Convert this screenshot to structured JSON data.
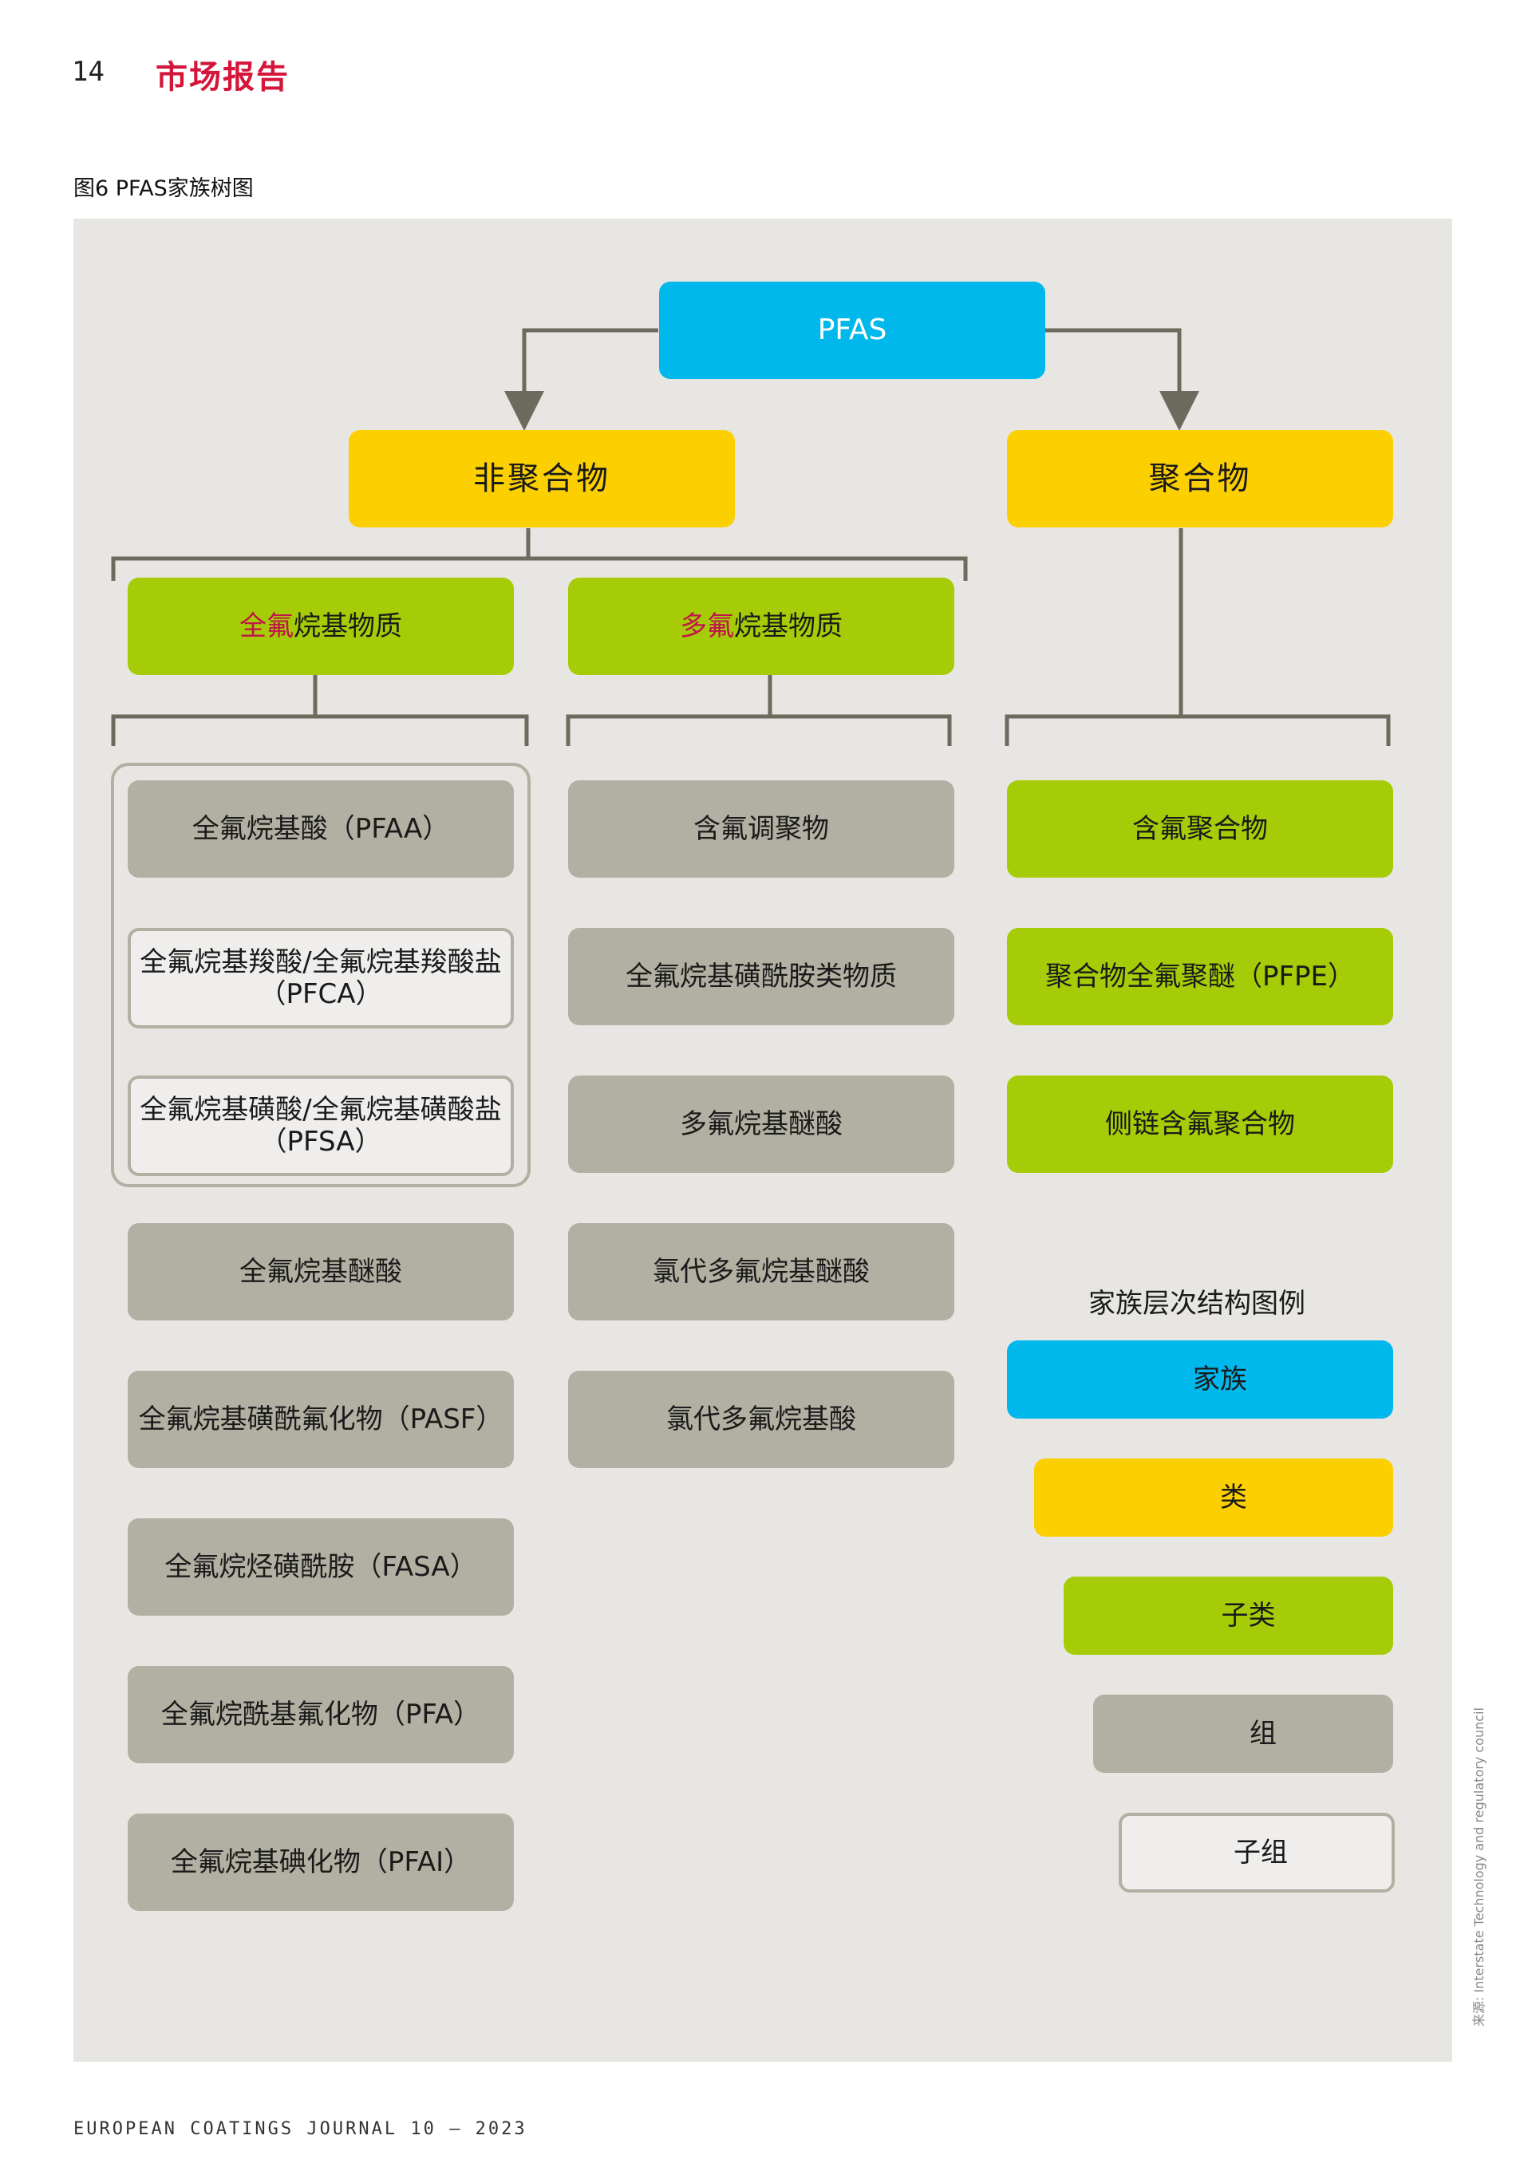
{
  "header": {
    "page_number": "14",
    "section_title": "市场报告"
  },
  "figure_caption": "图6 PFAS家族树图",
  "tree": {
    "root": "PFAS",
    "non_polymer": "非聚合物",
    "polymer": "聚合物",
    "perfluoro_hl": "全氟",
    "perfluoro_rest": "烷基物质",
    "polyfluoro_hl": "多氟",
    "polyfluoro_rest": "烷基物质",
    "col1": [
      "全氟烷基酸（PFAA）",
      "全氟烷基羧酸/全氟烷基羧酸盐（PFCA）",
      "全氟烷基磺酸/全氟烷基磺酸盐（PFSA）",
      "全氟烷基醚酸",
      "全氟烷基磺酰氟化物（PASF）",
      "全氟烷烃磺酰胺（FASA）",
      "全氟烷酰基氟化物（PFA）",
      "全氟烷基碘化物（PFAI）"
    ],
    "col2": [
      "含氟调聚物",
      "全氟烷基磺酰胺类物质",
      "多氟烷基醚酸",
      "氯代多氟烷基醚酸",
      "氯代多氟烷基酸"
    ],
    "col3": [
      "含氟聚合物",
      "聚合物全氟聚醚（PFPE）",
      "侧链含氟聚合物"
    ]
  },
  "legend": {
    "title": "家族层次结构图例",
    "family": "家族",
    "class": "类",
    "subclass": "子类",
    "group": "组",
    "subgroup": "子组"
  },
  "colors": {
    "family": "#00b8ec",
    "class": "#fcd000",
    "subclass": "#a5cc06",
    "group": "#b2b0a3",
    "subgroup_border": "#b2b0a3",
    "accent_red": "#d5153a",
    "panel": "#e8e6e2",
    "connector": "#6b6b5e"
  },
  "source_note": "来源: Interstate Technology and regulatory council",
  "footer": "EUROPEAN COATINGS JOURNAL 10 – 2023"
}
